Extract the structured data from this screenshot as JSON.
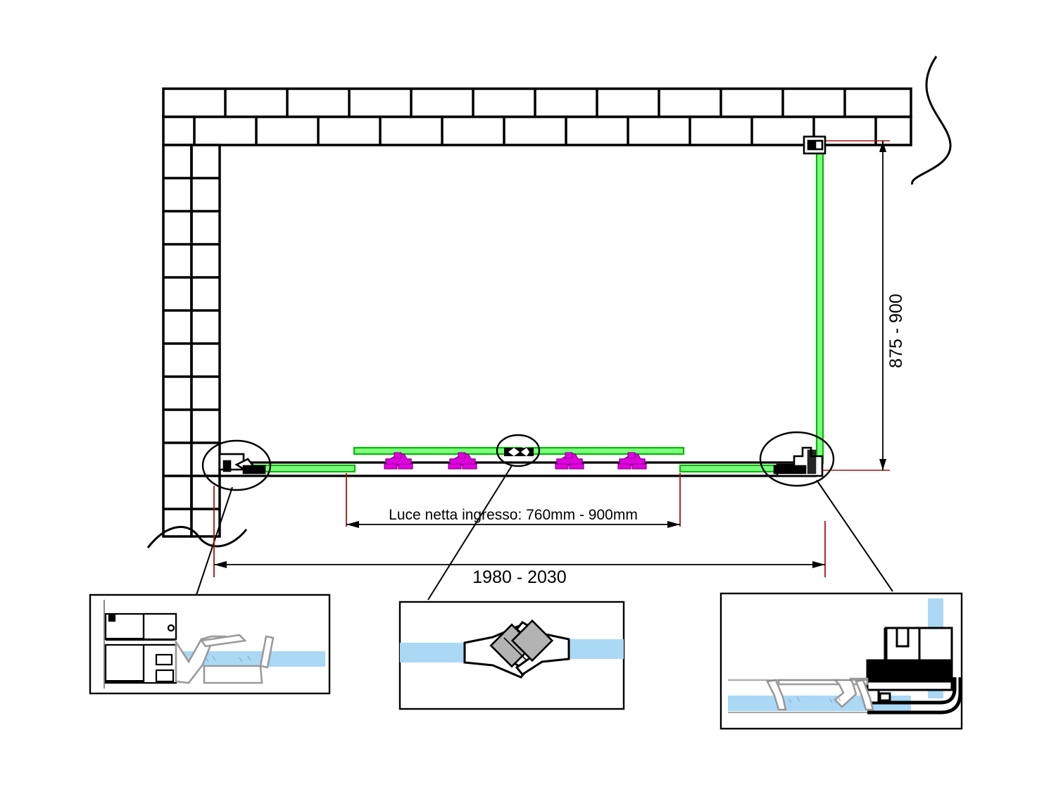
{
  "drawing": {
    "type": "technical-plan",
    "subject": "sliding-shower-enclosure-plan-view",
    "units": "mm"
  },
  "dimensions": {
    "entry_clear_width": {
      "label": "Luce netta ingresso: 760mm - 900mm",
      "min": 760,
      "max": 900
    },
    "overall_width": {
      "label": "1980 - 2030",
      "min": 1980,
      "max": 2030
    },
    "side_depth": {
      "label": "875 - 900",
      "min": 875,
      "max": 900
    }
  },
  "colors": {
    "glass": "#00dd22",
    "glass_fill": "#aad8f5",
    "dimension_witness": "#aa1111",
    "hardware_clamp": "#e200e2",
    "outline": "#000000",
    "seal_grey": "#b3b3b3"
  },
  "callouts": [
    {
      "id": "left-wall-profile",
      "name": "detail-left-wall-profile",
      "description": "wall-channel-and-glass-section"
    },
    {
      "id": "center-magnetic-seal",
      "name": "detail-magnetic-seal",
      "description": "magnetic-seal-between-sliding-panels"
    },
    {
      "id": "right-corner-post",
      "name": "detail-corner-post",
      "description": "corner-post-with-side-panel-section"
    }
  ],
  "components": {
    "wall": "masonry-brick-wall",
    "track": "sliding-track",
    "sliding_panels": 2,
    "fixed_panels": 2,
    "roller_clamps": 4,
    "break_lines": 2
  },
  "icons": {
    "roller_clamp": "roller-clamp-icon",
    "magnetic_seal": "magnetic-seal-icon",
    "break_line": "break-line-icon",
    "callout_ellipse": "callout-ellipse-icon"
  }
}
